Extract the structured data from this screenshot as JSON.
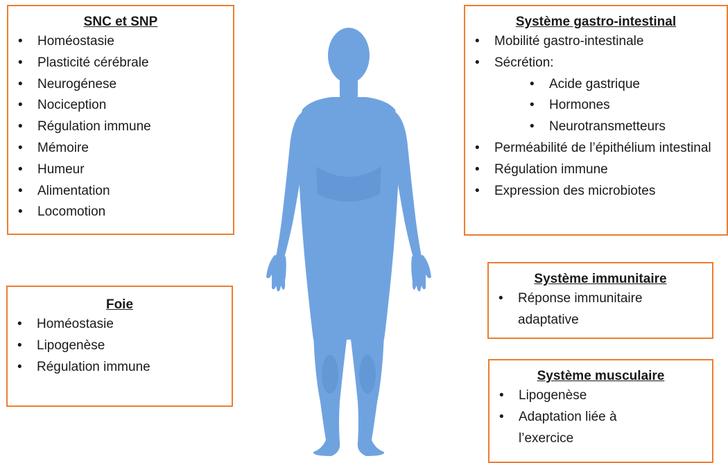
{
  "boxes": {
    "snc": {
      "title": "SNC et SNP",
      "items": [
        "Homéostasie",
        "Plasticité cérébrale",
        "Neurogénese",
        "Nociception",
        "Régulation immune",
        "Mémoire",
        "Humeur",
        "Alimentation",
        "Locomotion"
      ]
    },
    "gi": {
      "title": "Système gastro-intestinal",
      "items": [
        "Mobilité gastro-intestinale",
        "Sécrétion:",
        "Acide gastrique",
        "Hormones",
        "Neurotransmetteurs",
        "Perméabilité de l’épithélium intestinal",
        "Régulation immune",
        "Expression des microbiotes"
      ]
    },
    "foie": {
      "title": "Foie",
      "items": [
        "Homéostasie",
        "Lipogenèse",
        "Régulation immune"
      ]
    },
    "immun": {
      "title": "Système immunitaire",
      "items": [
        "Réponse immunitaire adaptative"
      ]
    },
    "musc": {
      "title": "Système musculaire",
      "items": [
        "Lipogenèse",
        "Adaptation liée à l’exercice"
      ]
    }
  },
  "colors": {
    "border": "#ed7d31",
    "body_fill": "#6fa3e0",
    "body_shade": "#5a8fd0"
  },
  "icons": {
    "figure": "human-body-silhouette"
  }
}
